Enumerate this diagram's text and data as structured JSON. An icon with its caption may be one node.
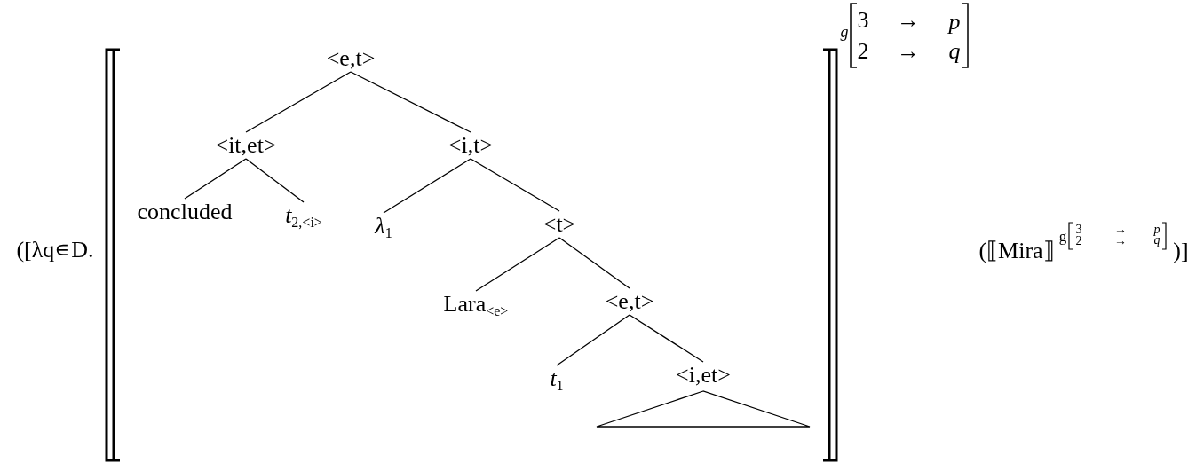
{
  "diagram": {
    "nodes": [
      {
        "text": [
          "<e,t>"
        ]
      },
      {
        "text": [
          "<it,et>"
        ]
      },
      {
        "text": [
          "<i,t>"
        ]
      },
      {
        "text": [
          "concluded"
        ]
      },
      {
        "text": [
          "*t*$_{2,<i>}$"
        ]
      },
      {
        "text": [
          "*λ*$_{1}$"
        ]
      },
      {
        "text": [
          "<t>"
        ]
      },
      {
        "text": [
          "Lara$_{<e>}$"
        ]
      },
      {
        "text": [
          "<e,t>"
        ]
      },
      {
        "text": [
          "*t*$_{1}$"
        ]
      },
      {
        "text": [
          "<i,et>"
        ]
      },
      {
        "text": [],
        "shape": "triangle"
      }
    ],
    "edges": [
      {
        "from": 0,
        "to": 1,
        "arrow": "none"
      },
      {
        "from": 0,
        "to": 2,
        "arrow": "none"
      },
      {
        "from": 1,
        "to": 3,
        "arrow": "none"
      },
      {
        "from": 1,
        "to": 4,
        "arrow": "none"
      },
      {
        "from": 2,
        "to": 5,
        "arrow": "none"
      },
      {
        "from": 2,
        "to": 6,
        "arrow": "none"
      },
      {
        "from": 6,
        "to": 7,
        "arrow": "none"
      },
      {
        "from": 6,
        "to": 8,
        "arrow": "none"
      },
      {
        "from": 8,
        "to": 9,
        "arrow": "none"
      },
      {
        "from": 8,
        "to": 10,
        "arrow": "none"
      }
    ],
    "labels": [
      "([λq∊D.",
      "g",
      "3",
      "→",
      "p",
      "2",
      "→",
      "q",
      "(⟦Mira⟧",
      "g",
      "3",
      "→",
      "p",
      "2",
      "→",
      "q",
      ")]"
    ]
  }
}
